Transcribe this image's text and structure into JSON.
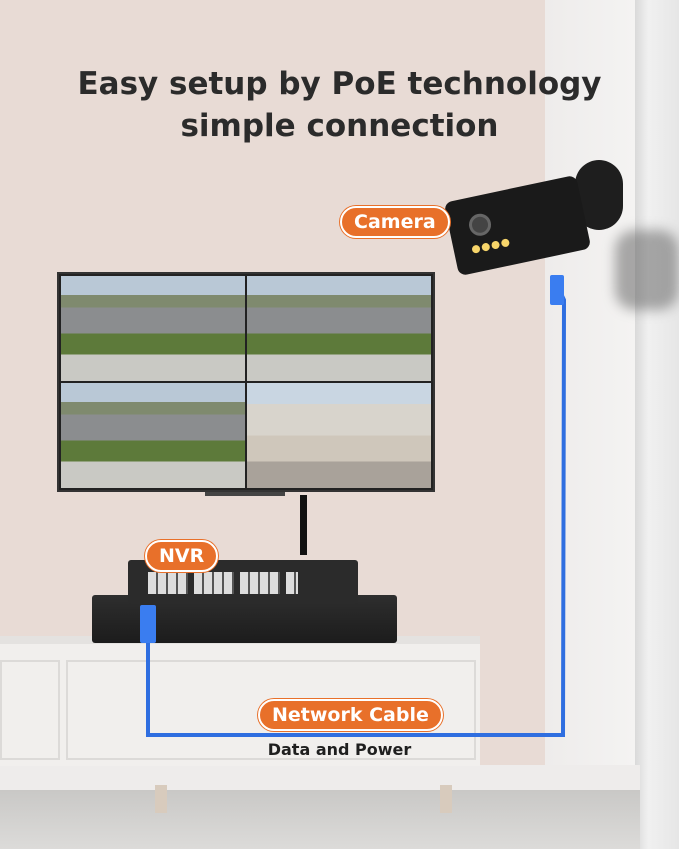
{
  "heading": {
    "line1": "Easy setup by PoE technology",
    "line2": "simple connection"
  },
  "labels": {
    "camera": "Camera",
    "nvr": "NVR",
    "network_cable": "Network Cable",
    "data_power": "Data and Power"
  },
  "colors": {
    "accent": "#e8702a",
    "cable": "#2f6ee0"
  }
}
